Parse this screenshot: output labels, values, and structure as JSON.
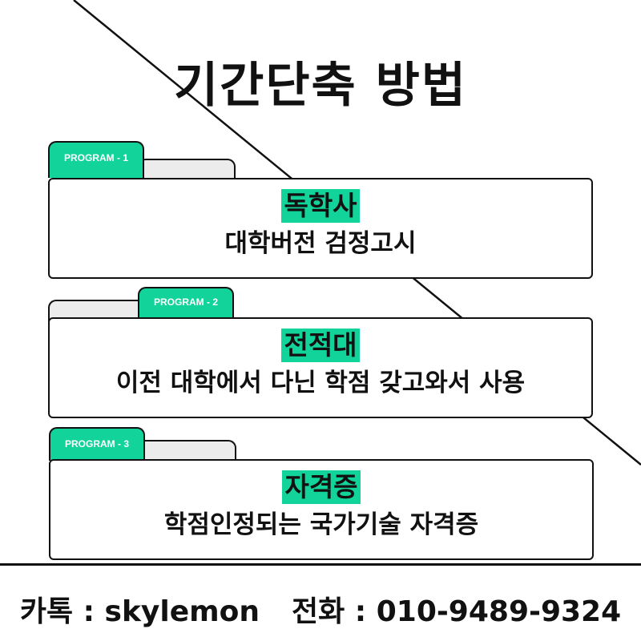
{
  "title": "기간단축 방법",
  "programs": [
    {
      "tab": "PROGRAM - 1",
      "name": "독학사",
      "desc": "대학버전 검정고시"
    },
    {
      "tab": "PROGRAM - 2",
      "name": "전적대",
      "desc": "이전 대학에서 다닌 학점 갖고와서 사용"
    },
    {
      "tab": "PROGRAM - 3",
      "name": "자격증",
      "desc": "학점인정되는 국가기술 자격증"
    }
  ],
  "footer": {
    "kakao": "카톡 : skylemon",
    "phone": "전화 : 010-9489-9324"
  },
  "colors": {
    "accent": "#12d39a",
    "tab_grey": "#ececec",
    "ink": "#111111"
  }
}
